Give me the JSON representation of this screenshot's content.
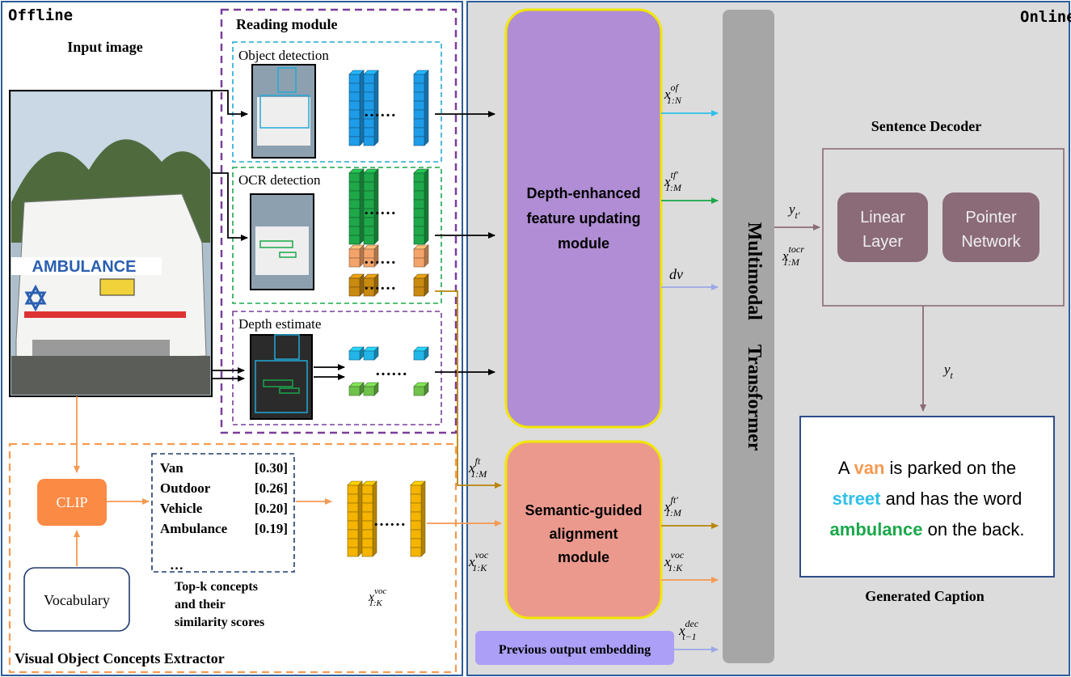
{
  "labels": {
    "offline": "Offline",
    "online": "Online",
    "input_image": "Input image",
    "reading_module": "Reading module",
    "object_detection": "Object detection",
    "ocr_detection": "OCR detection",
    "depth_estimate": "Depth estimate",
    "concepts_extractor": "Visual Object Concepts Extractor",
    "clip": "CLIP",
    "vocabulary": "Vocabulary",
    "topk_caption": [
      "Top-k concepts",
      "and their",
      "similarity scores"
    ],
    "depth_module": [
      "Depth-enhanced",
      "feature updating",
      "module"
    ],
    "semantic_module": [
      "Semantic-guided",
      "alignment",
      "module"
    ],
    "previous_output": "Previous output embedding",
    "transformer": [
      "Multimodal",
      "Transformer"
    ],
    "sentence_decoder": "Sentence Decoder",
    "linear_layer": [
      "Linear",
      "Layer"
    ],
    "pointer_network": [
      "Pointer",
      "Network"
    ],
    "generated_caption": "Generated Caption"
  },
  "image": {
    "van_text": "AMBULANCE"
  },
  "ellipsis": "……",
  "concepts": {
    "items": [
      {
        "name": "Van",
        "score": "[0.30]"
      },
      {
        "name": "Outdoor",
        "score": "[0.26]"
      },
      {
        "name": "Vehicle",
        "score": "[0.20]"
      },
      {
        "name": "Ambulance",
        "score": "[0.19]"
      }
    ],
    "more": "…"
  },
  "symbols": {
    "x": "x",
    "y": "y",
    "of": "of",
    "tf_prime": "tf′",
    "ft": "ft",
    "ft_prime": "ft′",
    "voc": "voc",
    "dec": "dec",
    "tocr": "tocr",
    "range_N": "1:N",
    "range_M": "1:M",
    "range_K": "1:K",
    "range_t": "t−1",
    "dv": "dv",
    "t_prime": "t′",
    "t": "t"
  },
  "caption": {
    "line1_pre": "A ",
    "word_van": "van",
    "line1_post": " is parked on the",
    "word_street": "street",
    "line2_post": " and has the word",
    "word_ambulance": "ambulance",
    "line3_post": " on the back."
  },
  "colors": {
    "object_feature": "#1e9ce8",
    "ocr_feature": "#1fa84a",
    "ocr_bbox_feature": "#f4a46a",
    "ocr_color_feature": "#c98a10",
    "concept_feature": "#f4b400",
    "depth_cyan": "#22b5e8",
    "depth_green": "#6fc24a"
  },
  "feature_stacks": [
    {
      "group": "object",
      "color_key": "object_feature",
      "cells": 8,
      "count": 3
    },
    {
      "group": "ocr",
      "color_key": "ocr_feature",
      "cells": 8,
      "count": 3
    },
    {
      "group": "ocr-bbox",
      "color_key": "ocr_bbox_feature",
      "cells": 2,
      "count": 3
    },
    {
      "group": "ocr-color",
      "color_key": "ocr_color_feature",
      "cells": 2,
      "count": 3
    },
    {
      "group": "depth-cyan",
      "color_key": "depth_cyan",
      "cells": 1,
      "count": 3
    },
    {
      "group": "depth-green",
      "color_key": "depth_green",
      "cells": 1,
      "count": 3
    },
    {
      "group": "concept",
      "color_key": "concept_feature",
      "cells": 8,
      "count": 3
    }
  ]
}
